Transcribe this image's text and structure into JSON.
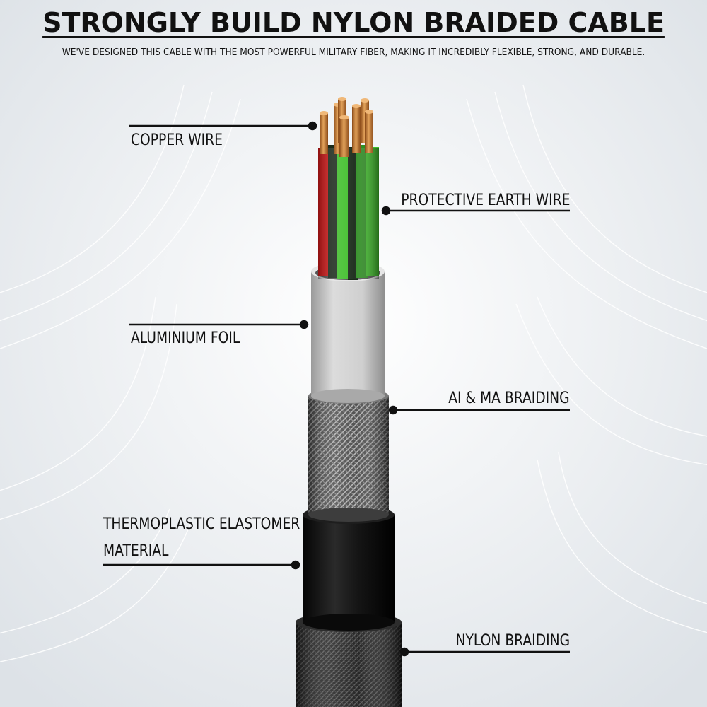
{
  "header": {
    "title": "STRONGLY BUILD NYLON BRAIDED CABLE",
    "subtitle": "WE'VE DESIGNED THIS CABLE WITH THE MOST POWERFUL MILITARY FIBER, MAKING IT INCREDIBLY FLEXIBLE, STRONG, AND DURABLE."
  },
  "labels": {
    "copper": "COPPER WIRE",
    "earth": "PROTECTIVE EARTH WIRE",
    "foil": "ALUMINIUM FOIL",
    "braiding": "AI & MA BRAIDING",
    "tpe_line1": "THERMOPLASTIC ELASTOMER",
    "tpe_line2": "MATERIAL",
    "nylon": "NYLON BRAIDING"
  },
  "colors": {
    "background": "#eef1f4",
    "copper": "#c8742e",
    "wire_red": "#e01818",
    "wire_green": "#3fbf2a",
    "wire_dark": "#1a2a1a",
    "foil": "#c9c9c9",
    "braid": "#6d6d6d",
    "jacket": "#111111",
    "nylon": "#2a2a2a"
  }
}
